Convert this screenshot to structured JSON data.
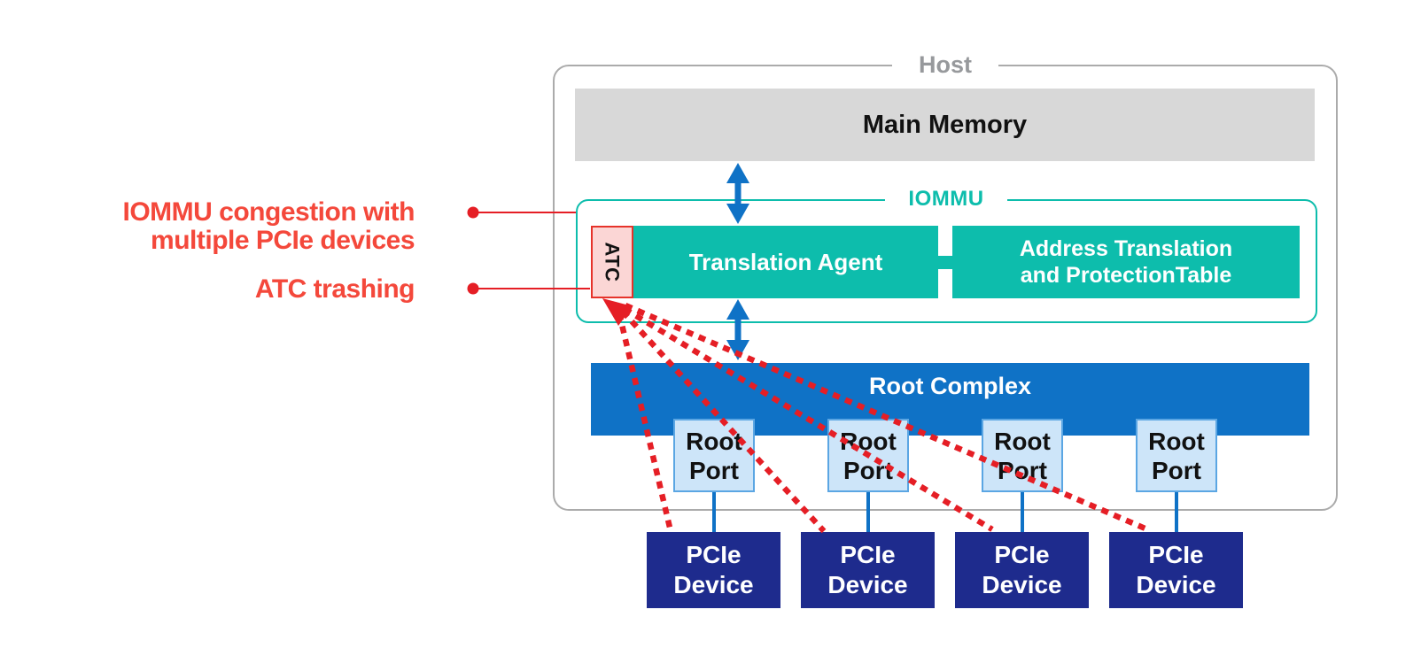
{
  "host": {
    "label": "Host",
    "main_memory": "Main Memory",
    "root_complex": "Root Complex"
  },
  "iommu": {
    "label": "IOMMU",
    "atc": "ATC",
    "translation_agent": "Translation Agent",
    "atpt_line1": "Address Translation",
    "atpt_line2": "and ProtectionTable"
  },
  "root_ports": [
    {
      "line1": "Root",
      "line2": "Port"
    },
    {
      "line1": "Root",
      "line2": "Port"
    },
    {
      "line1": "Root",
      "line2": "Port"
    },
    {
      "line1": "Root",
      "line2": "Port"
    }
  ],
  "pcie_devices": [
    {
      "line1": "PCIe",
      "line2": "Device"
    },
    {
      "line1": "PCIe",
      "line2": "Device"
    },
    {
      "line1": "PCIe",
      "line2": "Device"
    },
    {
      "line1": "PCIe",
      "line2": "Device"
    }
  ],
  "annotations": {
    "congestion_line1": "IOMMU congestion with",
    "congestion_line2": "multiple PCIe devices",
    "atc_trashing": "ATC trashing"
  },
  "colors": {
    "teal": "#0dbdac",
    "blue": "#0f72c6",
    "navy": "#1e2b8d",
    "lightblue": "#cde5f9",
    "lightblue-border": "#5ba6e3",
    "red": "#e51e25",
    "annred": "#f4483b",
    "graybox": "#d8d8d8",
    "hostborder": "#ababab",
    "pink": "#fbd6d5",
    "pinkborder": "#e6332a"
  }
}
